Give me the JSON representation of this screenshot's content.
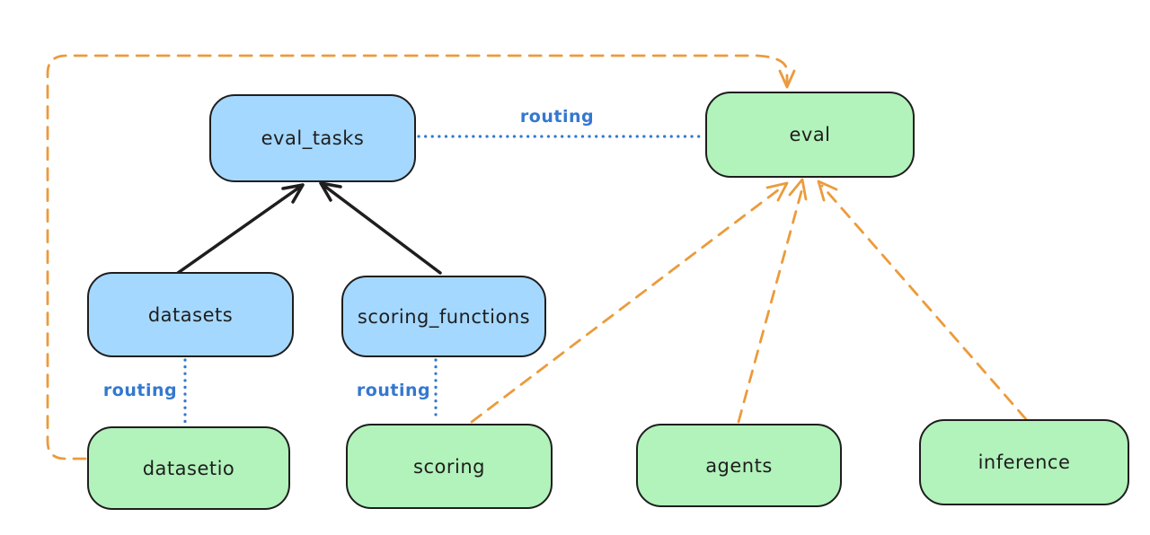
{
  "diagram": {
    "type": "flowchart",
    "background": "#ffffff",
    "colors": {
      "node_stroke": "#1e1e1e",
      "blue_node_fill": "#a5d8ff",
      "green_node_fill": "#b2f2bb",
      "solid_arrow": "#1e1e1e",
      "dashed_arrow": "#eb9b3c",
      "routing_line": "#3478cf",
      "text": "#1e1e1e"
    },
    "nodes": {
      "eval_tasks": {
        "label": "eval_tasks",
        "color": "blue"
      },
      "eval": {
        "label": "eval",
        "color": "green"
      },
      "datasets": {
        "label": "datasets",
        "color": "blue"
      },
      "scoring_functions": {
        "label": "scoring_functions",
        "color": "blue"
      },
      "datasetio": {
        "label": "datasetio",
        "color": "green"
      },
      "scoring": {
        "label": "scoring",
        "color": "green"
      },
      "agents": {
        "label": "agents",
        "color": "green"
      },
      "inference": {
        "label": "inference",
        "color": "green"
      }
    },
    "edges": [
      {
        "from": "datasets",
        "to": "eval_tasks",
        "style": "solid",
        "color": "black",
        "label": ""
      },
      {
        "from": "scoring_functions",
        "to": "eval_tasks",
        "style": "solid",
        "color": "black",
        "label": ""
      },
      {
        "from": "eval_tasks",
        "to": "eval",
        "style": "dotted",
        "color": "blue",
        "label": "routing"
      },
      {
        "from": "datasets",
        "to": "datasetio",
        "style": "dotted",
        "color": "blue",
        "label": "routing"
      },
      {
        "from": "scoring_functions",
        "to": "scoring",
        "style": "dotted",
        "color": "blue",
        "label": "routing"
      },
      {
        "from": "datasetio",
        "to": "eval",
        "style": "dashed",
        "color": "orange",
        "label": ""
      },
      {
        "from": "scoring",
        "to": "eval",
        "style": "dashed",
        "color": "orange",
        "label": ""
      },
      {
        "from": "agents",
        "to": "eval",
        "style": "dashed",
        "color": "orange",
        "label": ""
      },
      {
        "from": "inference",
        "to": "eval",
        "style": "dashed",
        "color": "orange",
        "label": ""
      }
    ]
  }
}
